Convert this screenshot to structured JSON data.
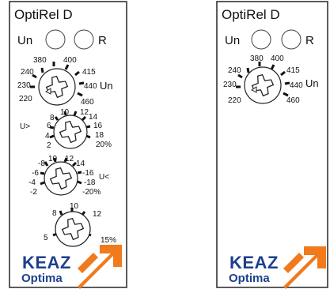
{
  "colors": {
    "brand_blue": "#1f3f8e",
    "brand_orange": "#f07a1c",
    "ink": "#111111"
  },
  "left_panel": {
    "title": "OptiRel D",
    "led_un": "Un",
    "led_r": "R",
    "knob_un": {
      "values": [
        "380",
        "400",
        "240",
        "415",
        "230",
        "440",
        "220",
        "460"
      ],
      "unit": "Un"
    },
    "knob_u_over": {
      "label": "U>",
      "values": [
        "8",
        "10",
        "12",
        "14",
        "6",
        "16",
        "4",
        "18",
        "2",
        "20%"
      ]
    },
    "knob_u_under": {
      "label": "U<",
      "values": [
        "-8",
        "10",
        "12",
        "14",
        "-6",
        "-16",
        "-4",
        "-18",
        "-2",
        "-20%"
      ]
    },
    "knob_delay": {
      "values": [
        "10",
        "8",
        "12",
        "5",
        "15%"
      ]
    },
    "brand": "KEAZ",
    "brand_sub": "Optima"
  },
  "right_panel": {
    "title": "OptiRel D",
    "led_un": "Un",
    "led_r": "R",
    "knob_un": {
      "values": [
        "380",
        "400",
        "240",
        "415",
        "230",
        "440",
        "220",
        "460"
      ],
      "unit": "Un"
    },
    "brand": "KEAZ",
    "brand_sub": "Optima"
  }
}
